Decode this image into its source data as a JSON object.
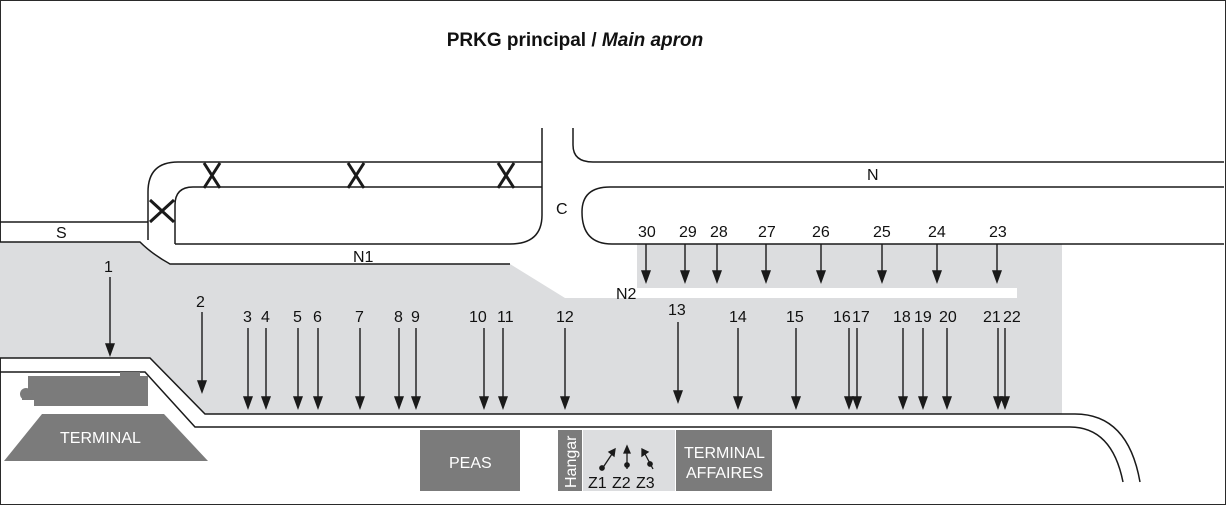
{
  "title": {
    "main": "PRKG principal / ",
    "italic": "Main apron"
  },
  "taxiways": {
    "s": "S",
    "n": "N",
    "n1": "N1",
    "n2": "N2",
    "c": "C"
  },
  "stands_lower": [
    "1",
    "2",
    "3",
    "4",
    "5",
    "6",
    "7",
    "8",
    "9",
    "10",
    "11",
    "12",
    "13",
    "14",
    "15",
    "16",
    "17",
    "18",
    "19",
    "20",
    "21",
    "22"
  ],
  "stands_upper": [
    "30",
    "29",
    "28",
    "27",
    "26",
    "25",
    "24",
    "23"
  ],
  "buildings": {
    "terminal": "TERMINAL",
    "peas": "PEAS",
    "hangar": "Hangar",
    "terminal_affaires_1": "TERMINAL",
    "terminal_affaires_2": "AFFAIRES"
  },
  "zones": [
    "Z1",
    "Z2",
    "Z3"
  ],
  "colors": {
    "apron": "#dcdddf",
    "building": "#7b7b7b",
    "line": "#1a1a1a"
  }
}
